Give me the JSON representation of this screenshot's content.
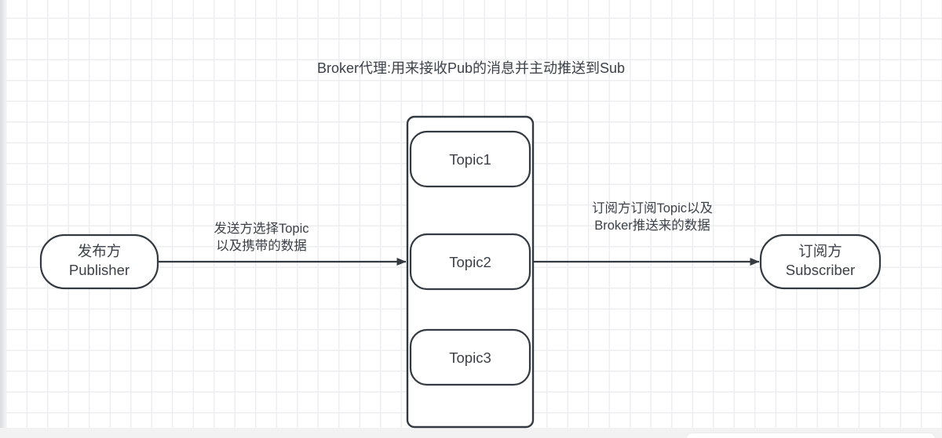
{
  "diagram": {
    "title": "Broker代理:用来接收Pub的消息并主动推送到Sub",
    "stroke_color": "#343a42",
    "text_color": "#3c4148",
    "grid_color": "#edeef0",
    "canvas_background": "#ffffff",
    "publisher": {
      "line1": "发布方",
      "line2": "Publisher"
    },
    "subscriber": {
      "line1": "订阅方",
      "line2": "Subscriber"
    },
    "broker": {
      "topics": [
        {
          "label": "Topic1"
        },
        {
          "label": "Topic2"
        },
        {
          "label": "Topic3"
        }
      ]
    },
    "edges": [
      {
        "name": "publisher-to-broker",
        "label_line1": "发送方选择Topic",
        "label_line2": "以及携带的数据"
      },
      {
        "name": "broker-to-subscriber",
        "label_line1": "订阅方订阅Topic以及",
        "label_line2": "Broker推送来的数据"
      }
    ]
  }
}
